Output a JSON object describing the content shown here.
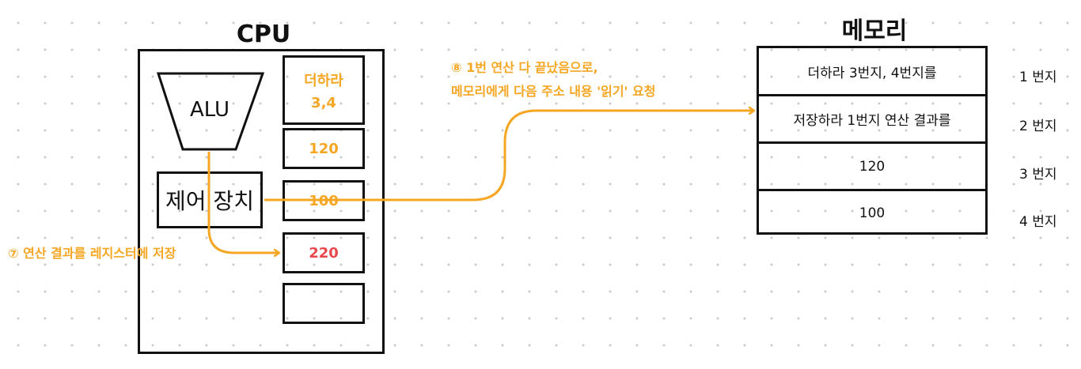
{
  "cpu": {
    "title": "CPU",
    "alu_label": "ALU",
    "control_unit_label": "제어 장치",
    "registers": [
      {
        "line1": "더하라",
        "line2": "3,4",
        "color": "#f5a623"
      },
      {
        "line1": "120",
        "line2": "",
        "color": "#f5a623"
      },
      {
        "line1": "100",
        "line2": "",
        "color": "#f5a623"
      },
      {
        "line1": "220",
        "line2": "",
        "color": "#e8474c"
      },
      {
        "line1": "",
        "line2": "",
        "color": "#f5a623"
      }
    ]
  },
  "memory": {
    "title": "메모리",
    "cells": [
      "더하라 3번지, 4번지를",
      "저장하라 1번지 연산 결과를",
      "120",
      "100"
    ],
    "addresses": [
      "1 번지",
      "2 번지",
      "3 번지",
      "4 번지"
    ]
  },
  "annotations": {
    "step7": "⑦ 연산 결과를 레지스터에 저장",
    "step8_line1": "⑧ 1번 연산 다 끝났음으로,",
    "step8_line2": "메모리에게 다음 주소 내용 '읽기' 요청"
  },
  "colors": {
    "accent": "#f5a623",
    "highlight": "#e8474c",
    "stroke": "#111111"
  }
}
